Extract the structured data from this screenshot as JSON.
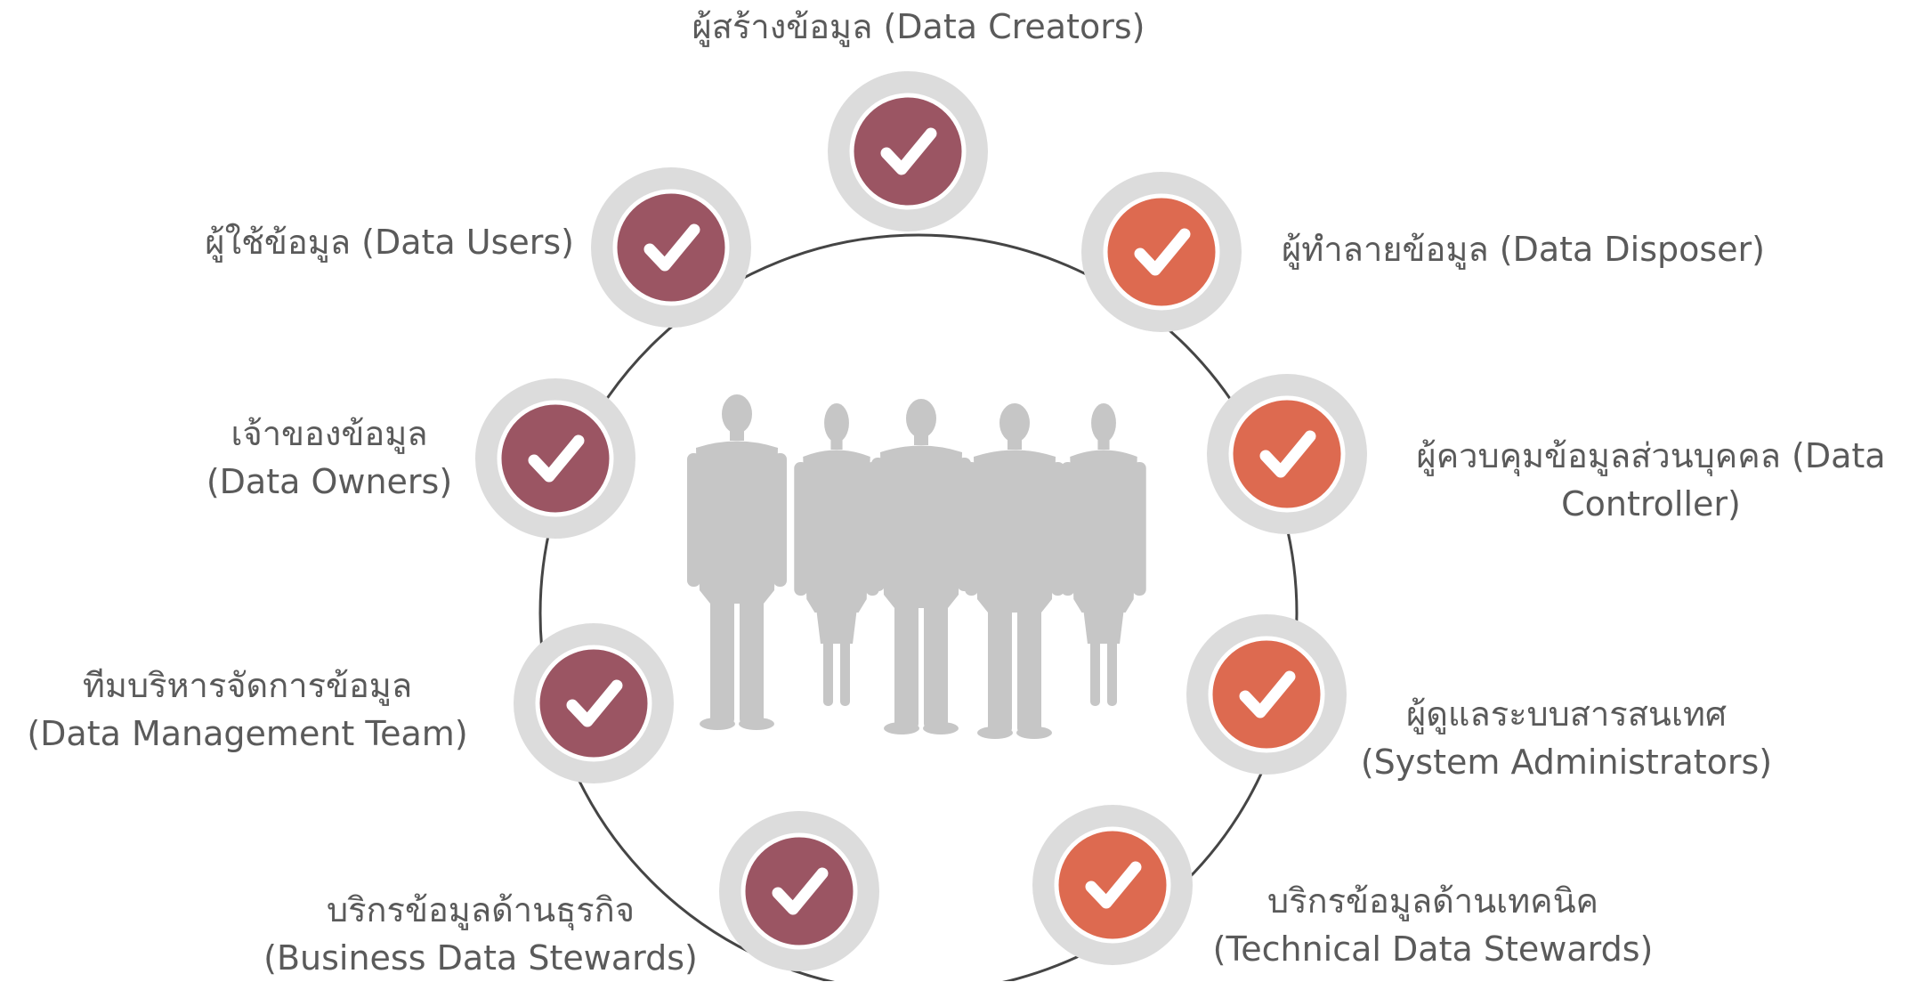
{
  "roles": [
    {
      "id": "data-creators",
      "line1": "ผู้สร้างข้อมูล (Data Creators)",
      "line2": "",
      "group": "governance"
    },
    {
      "id": "data-disposer",
      "line1": "ผู้ทำลายข้อมูล (Data Disposer)",
      "line2": "",
      "group": "technical"
    },
    {
      "id": "data-controller",
      "line1": "ผู้ควบคุมข้อมูลส่วนบุคคล (Data",
      "line2": "Controller)",
      "group": "technical"
    },
    {
      "id": "system-administrators",
      "line1": "ผู้ดูแลระบบสารสนเทศ",
      "line2": "(System Administrators)",
      "group": "technical"
    },
    {
      "id": "technical-data-stewards",
      "line1": "บริกรข้อมูลด้านเทคนิค",
      "line2": "(Technical Data Stewards)",
      "group": "technical"
    },
    {
      "id": "business-data-stewards",
      "line1": "บริกรข้อมูลด้านธุรกิจ",
      "line2": "(Business Data Stewards)",
      "group": "governance"
    },
    {
      "id": "data-management-team",
      "line1": "ทีมบริหารจัดการข้อมูล",
      "line2": "(Data Management Team)",
      "group": "governance"
    },
    {
      "id": "data-owners",
      "line1": "เจ้าของข้อมูล",
      "line2": "(Data Owners)",
      "group": "governance"
    },
    {
      "id": "data-users",
      "line1": "ผู้ใช้ข้อมูล (Data Users)",
      "line2": "",
      "group": "governance"
    }
  ],
  "colors": {
    "governance": "#9b5563",
    "technical": "#dd6a50",
    "halo": "#dcdcdc",
    "ring": "#454545",
    "people": "#c6c6c6",
    "text": "#5a5a5a",
    "check": "#ffffff"
  },
  "icons": {
    "node": "check-icon",
    "center": "people-silhouette-icon"
  }
}
